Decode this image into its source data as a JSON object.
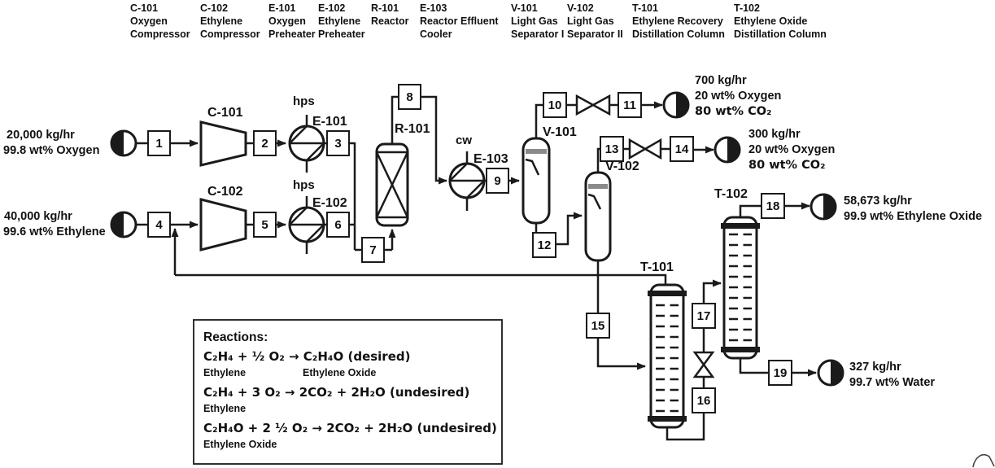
{
  "header": {
    "equipment": [
      {
        "tag": "C-101",
        "line1": "Oxygen",
        "line2": "Compressor"
      },
      {
        "tag": "C-102",
        "line1": "Ethylene",
        "line2": "Compressor"
      },
      {
        "tag": "E-101",
        "line1": "Oxygen",
        "line2": "Preheater"
      },
      {
        "tag": "E-102",
        "line1": "Ethylene",
        "line2": "Preheater"
      },
      {
        "tag": "R-101",
        "line1": "Reactor",
        "line2": ""
      },
      {
        "tag": "E-103",
        "line1": "Reactor Effluent",
        "line2": "Cooler"
      },
      {
        "tag": "V-101",
        "line1": "Light Gas",
        "line2": "Separator I"
      },
      {
        "tag": "V-102",
        "line1": "Light Gas",
        "line2": "Separator II"
      },
      {
        "tag": "T-101",
        "line1": "Ethylene Recovery",
        "line2": "Distillation Column"
      },
      {
        "tag": "T-102",
        "line1": "Ethylene Oxide",
        "line2": "Distillation Column"
      }
    ]
  },
  "labels": {
    "c101": "C-101",
    "c102": "C-102",
    "e101": "E-101",
    "e102": "E-102",
    "r101": "R-101",
    "e103": "E-103",
    "v101": "V-101",
    "v102": "V-102",
    "t101": "T-101",
    "t102": "T-102",
    "hps1": "hps",
    "hps2": "hps",
    "cw": "cw"
  },
  "streams": {
    "labels": [
      "1",
      "2",
      "3",
      "4",
      "5",
      "6",
      "7",
      "8",
      "9",
      "10",
      "11",
      "12",
      "13",
      "14",
      "15",
      "16",
      "17",
      "18",
      "19"
    ]
  },
  "feeds": [
    {
      "rate": "20,000 kg/hr",
      "purity": "99.8 wt% Oxygen"
    },
    {
      "rate": "40,000 kg/hr",
      "purity": "99.6 wt% Ethylene"
    }
  ],
  "products": [
    {
      "rate": "700 kg/hr",
      "comp1": "20 wt% Oxygen",
      "comp2": "80 wt% CO₂"
    },
    {
      "rate": "300 kg/hr",
      "comp1": "20 wt% Oxygen",
      "comp2": "80 wt% CO₂"
    },
    {
      "rate": "58,673 kg/hr",
      "comp1": "99.9 wt% Ethylene Oxide"
    },
    {
      "rate": "327 kg/hr",
      "comp1": "99.7 wt% Water"
    }
  ],
  "reactions": {
    "title": "Reactions:",
    "r1": "C₂H₄ + ½ O₂ → C₂H₄O (desired)",
    "r1_reactant": "Ethylene",
    "r1_product": "Ethylene Oxide",
    "r2": "C₂H₄ + 3 O₂ → 2CO₂ + 2H₂O (undesired)",
    "r2_reactant": "Ethylene",
    "r3": "C₂H₄O + 2 ½ O₂ → 2CO₂ + 2H₂O (undesired)",
    "r3_reactant": "Ethylene Oxide"
  },
  "colors": {
    "line": "#1a1a1a",
    "tray_band": "#8a8a8a"
  }
}
